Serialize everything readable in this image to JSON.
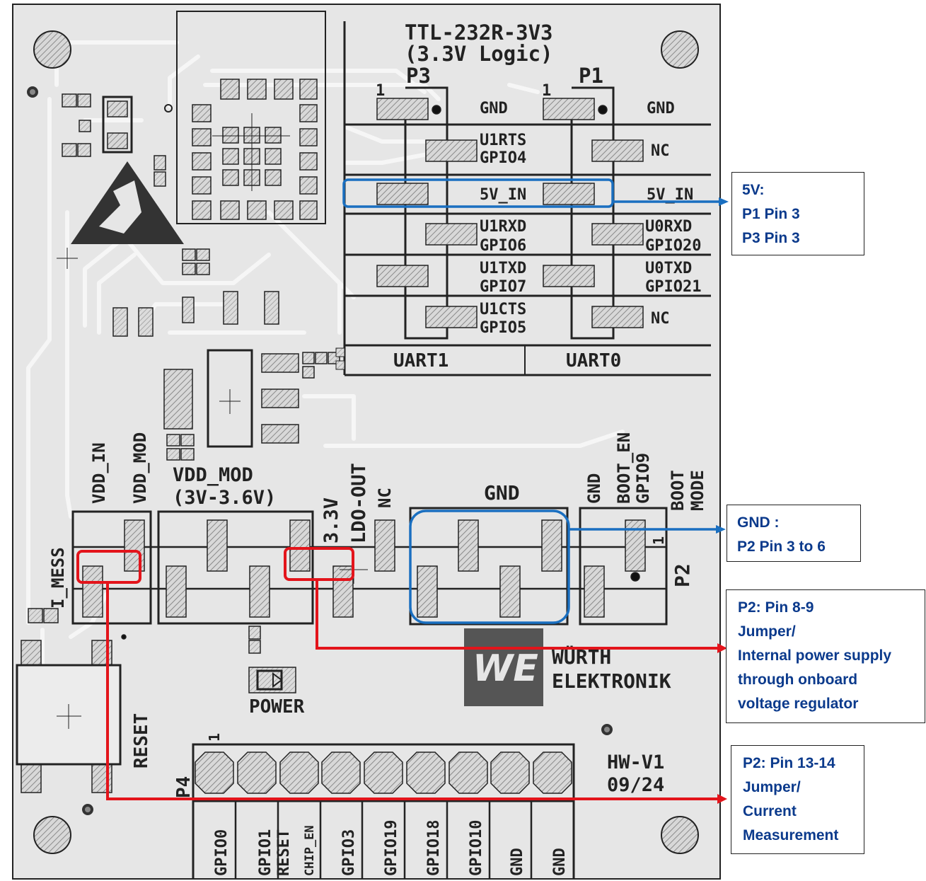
{
  "board": {
    "title_line1": "TTL-232R-3V3",
    "title_line2": "(3.3V Logic)",
    "hw_version": "HW-V1",
    "date": "09/24",
    "logo_line1": "WÜRTH",
    "logo_line2": "ELEKTRONIK",
    "logo_mark": "WE",
    "power_label": "POWER",
    "reset_label": "RESET"
  },
  "header_p3": {
    "name": "P3",
    "pin1": "1",
    "rows": [
      "GND",
      "U1RTS",
      "GPIO4",
      "5V_IN",
      "U1RXD",
      "GPIO6",
      "U1TXD",
      "GPIO7",
      "U1CTS",
      "GPIO5"
    ]
  },
  "header_p1": {
    "name": "P1",
    "pin1": "1",
    "rows": [
      "GND",
      "NC",
      "5V_IN",
      "U0RXD",
      "GPIO20",
      "U0TXD",
      "GPIO21",
      "NC"
    ]
  },
  "uart_labels": [
    "UART1",
    "UART0"
  ],
  "header_p2": {
    "name": "P2",
    "pin1": "1",
    "labels": [
      "VDD_IN",
      "VDD_MOD",
      "I_MESS",
      "VDD_MOD",
      "(3V-3.6V)",
      "3.3V",
      "LDO-OUT",
      "NC",
      "GND",
      "GND",
      "BOOT_EN",
      "GPIO9",
      "BOOT",
      "MODE"
    ]
  },
  "header_p4": {
    "name": "P4",
    "pin1": "1",
    "pins": [
      "GPIO0",
      "GPIO1",
      "RESET",
      "CHIP_EN",
      "GPIO3",
      "GPIO19",
      "GPIO18",
      "GPIO10",
      "GND",
      "GND"
    ]
  },
  "callouts": [
    {
      "lines": [
        "5V:",
        "P1 Pin 3",
        "P3 Pin 3"
      ]
    },
    {
      "lines": [
        "GND :",
        "P2 Pin 3 to 6"
      ]
    },
    {
      "lines": [
        "P2: Pin 8-9",
        "Jumper/",
        "Internal power supply",
        "through onboard",
        "voltage regulator"
      ]
    },
    {
      "lines": [
        "P2: Pin 13-14",
        "Jumper/",
        "Current",
        "Measurement"
      ]
    }
  ],
  "colors": {
    "board": "#e6e6e6",
    "trace": "#f4f4f4",
    "silk": "#222222",
    "highlight_blue": "#1a6fc0",
    "highlight_red": "#e3141b",
    "note_text": "#0b3a8c"
  }
}
